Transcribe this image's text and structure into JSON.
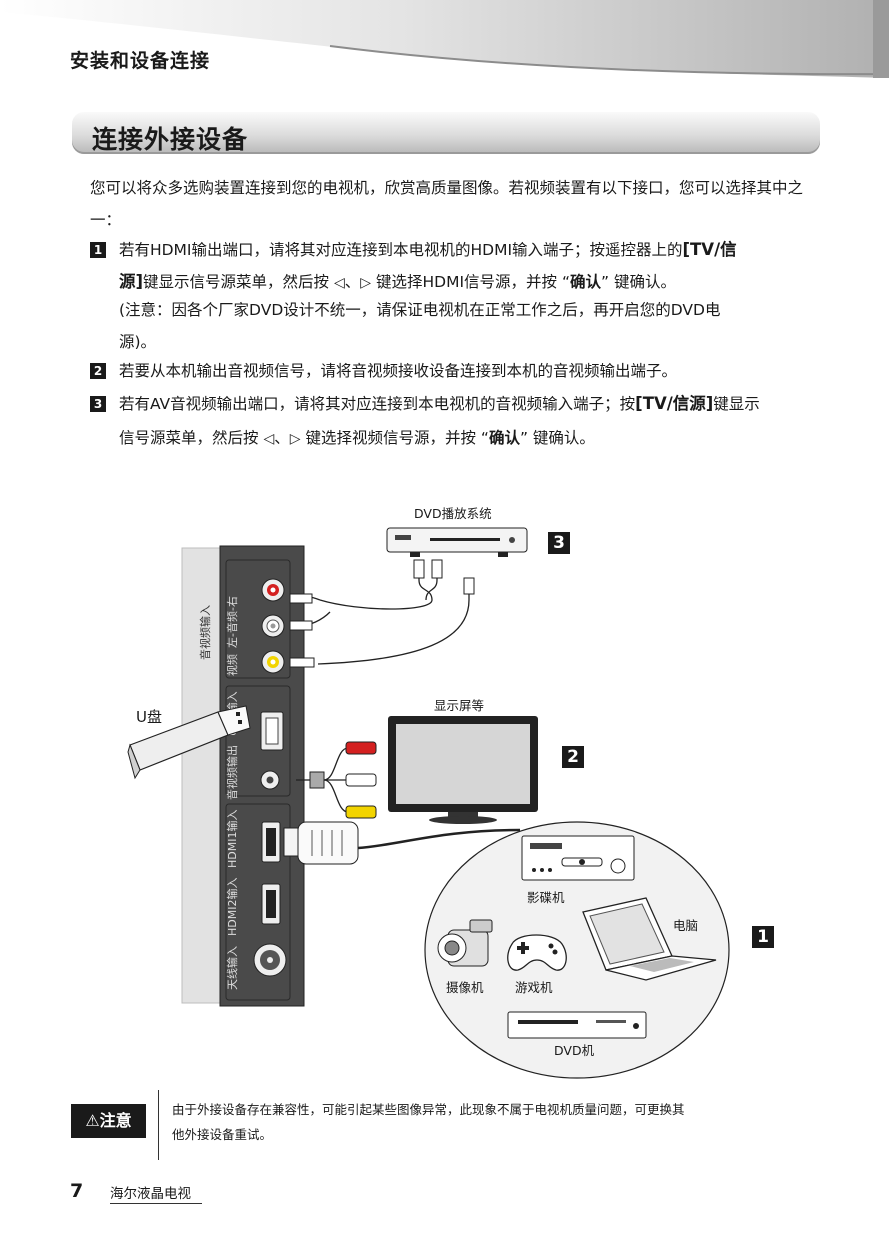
{
  "header": {
    "chapter": "安装和设备连接"
  },
  "section": {
    "title": "连接外接设备"
  },
  "intro": "您可以将众多选购装置连接到您的电视机，欣赏高质量图像。若视频装置有以下接口，您可以选择其中之一：",
  "items": [
    {
      "num": "1",
      "l1": "若有HDMI输出端口，请将其对应连接到本电视机的HDMI输入端子；按遥控器上的",
      "l1_key": "[TV/信",
      "l2_key": "源]",
      "l2_a": "键显示信号源菜单，然后按",
      "l2_b": "键选择HDMI信号源，并按 “",
      "l2_bold": "确认",
      "l2_c": "” 键确认。",
      "note1": "(注意：因各个厂家DVD设计不统一，请保证电视机在正常工作之后，再开启您的DVD电",
      "note2": "源)。"
    },
    {
      "num": "2",
      "text": "若要从本机输出音视频信号，请将音视频接收设备连接到本机的音视频输出端子。"
    },
    {
      "num": "3",
      "l1": "若有AV音视频输出端口，请将其对应连接到本电视机的音视频输入端子；按",
      "l1_key": "[TV/信源]",
      "l1_end": "键显示",
      "l2_a": "信号源菜单，然后按",
      "l2_b": "键选择视频信号源，并按 “",
      "l2_bold": "确认",
      "l2_c": "” 键确认。"
    }
  ],
  "nav_symbols": {
    "left": "◁",
    "sep": "、",
    "right": "▷"
  },
  "diagram": {
    "dvd_system": "DVD播放系统",
    "display": "显示屏等",
    "usb": "U盘",
    "player": "影碟机",
    "computer": "电脑",
    "camcorder": "摄像机",
    "gamepad": "游戏机",
    "dvd": "DVD机",
    "marker1": "1",
    "marker2": "2",
    "marker3": "3",
    "panel_av_in": "音视频输入",
    "panel_lr": "左-音频-右",
    "panel_video": "视频",
    "panel_usb": "USB输入",
    "panel_av_out": "音视频输出",
    "panel_hdmi1": "HDMI1输入",
    "panel_hdmi2": "HDMI2输入",
    "panel_ant": "天线输入"
  },
  "caution": {
    "label": "注意",
    "line1": "由于外接设备存在兼容性，可能引起某些图像异常，此现象不属于电视机质量问题，可更换其",
    "line2": "他外接设备重试。"
  },
  "footer": {
    "page": "7",
    "brand": "海尔液晶电视"
  }
}
